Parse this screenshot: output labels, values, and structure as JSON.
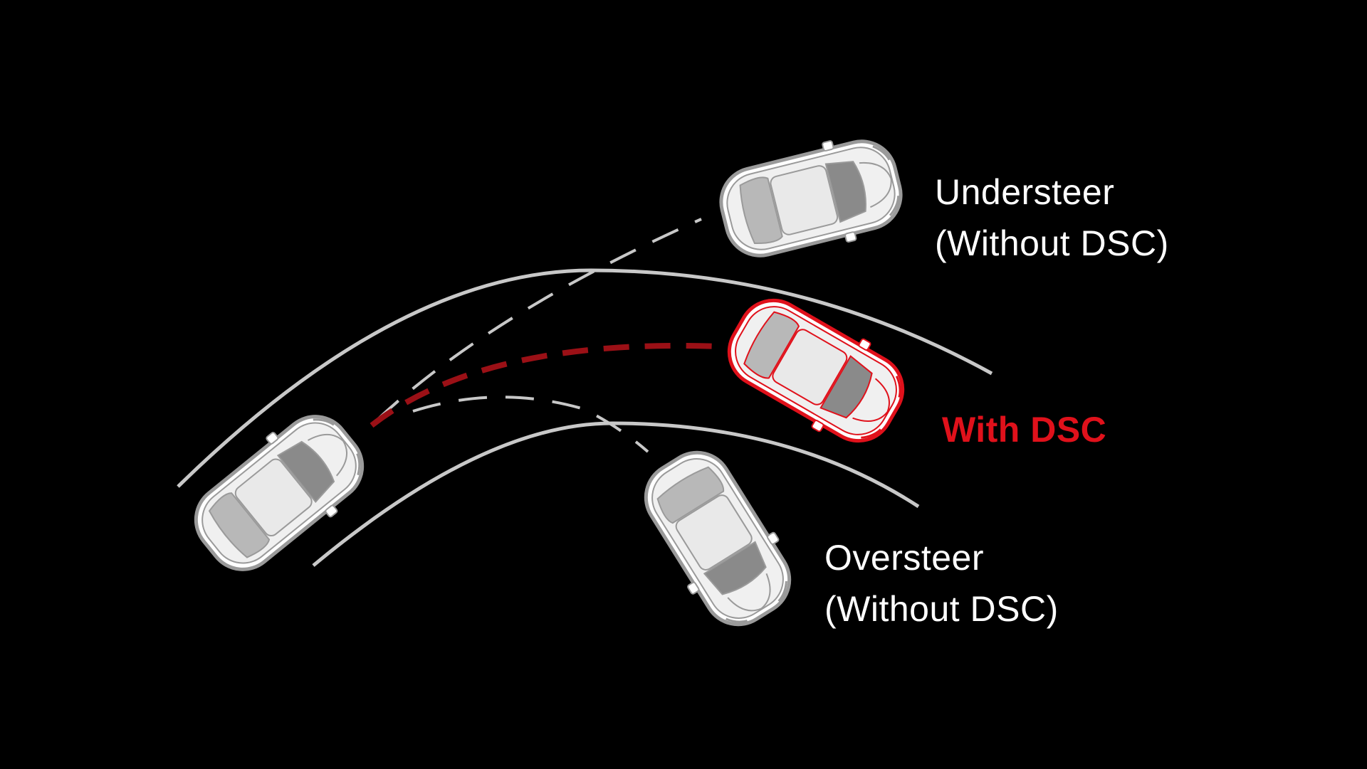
{
  "labels": {
    "understeer": {
      "line1": "Understeer",
      "line2": "(Without DSC)"
    },
    "with_dsc": "With DSC",
    "oversteer": {
      "line1": "Oversteer",
      "line2": "(Without DSC)"
    }
  },
  "colors": {
    "background": "#000000",
    "road_line": "#c8c8c8",
    "path_understeer": "#c8c8c8",
    "path_oversteer": "#c8c8c8",
    "path_with_dsc": "#9b1016",
    "dsc_label": "#e0111b",
    "car_body": "#f2f2f2",
    "car_glass": "#8a8a8a",
    "car_outline": "#9a9a9a",
    "dsc_car_outline": "#e0111b"
  },
  "icons": {
    "start_car": "car-icon",
    "understeer_car": "car-icon",
    "dsc_car": "car-icon",
    "oversteer_car": "car-icon"
  }
}
